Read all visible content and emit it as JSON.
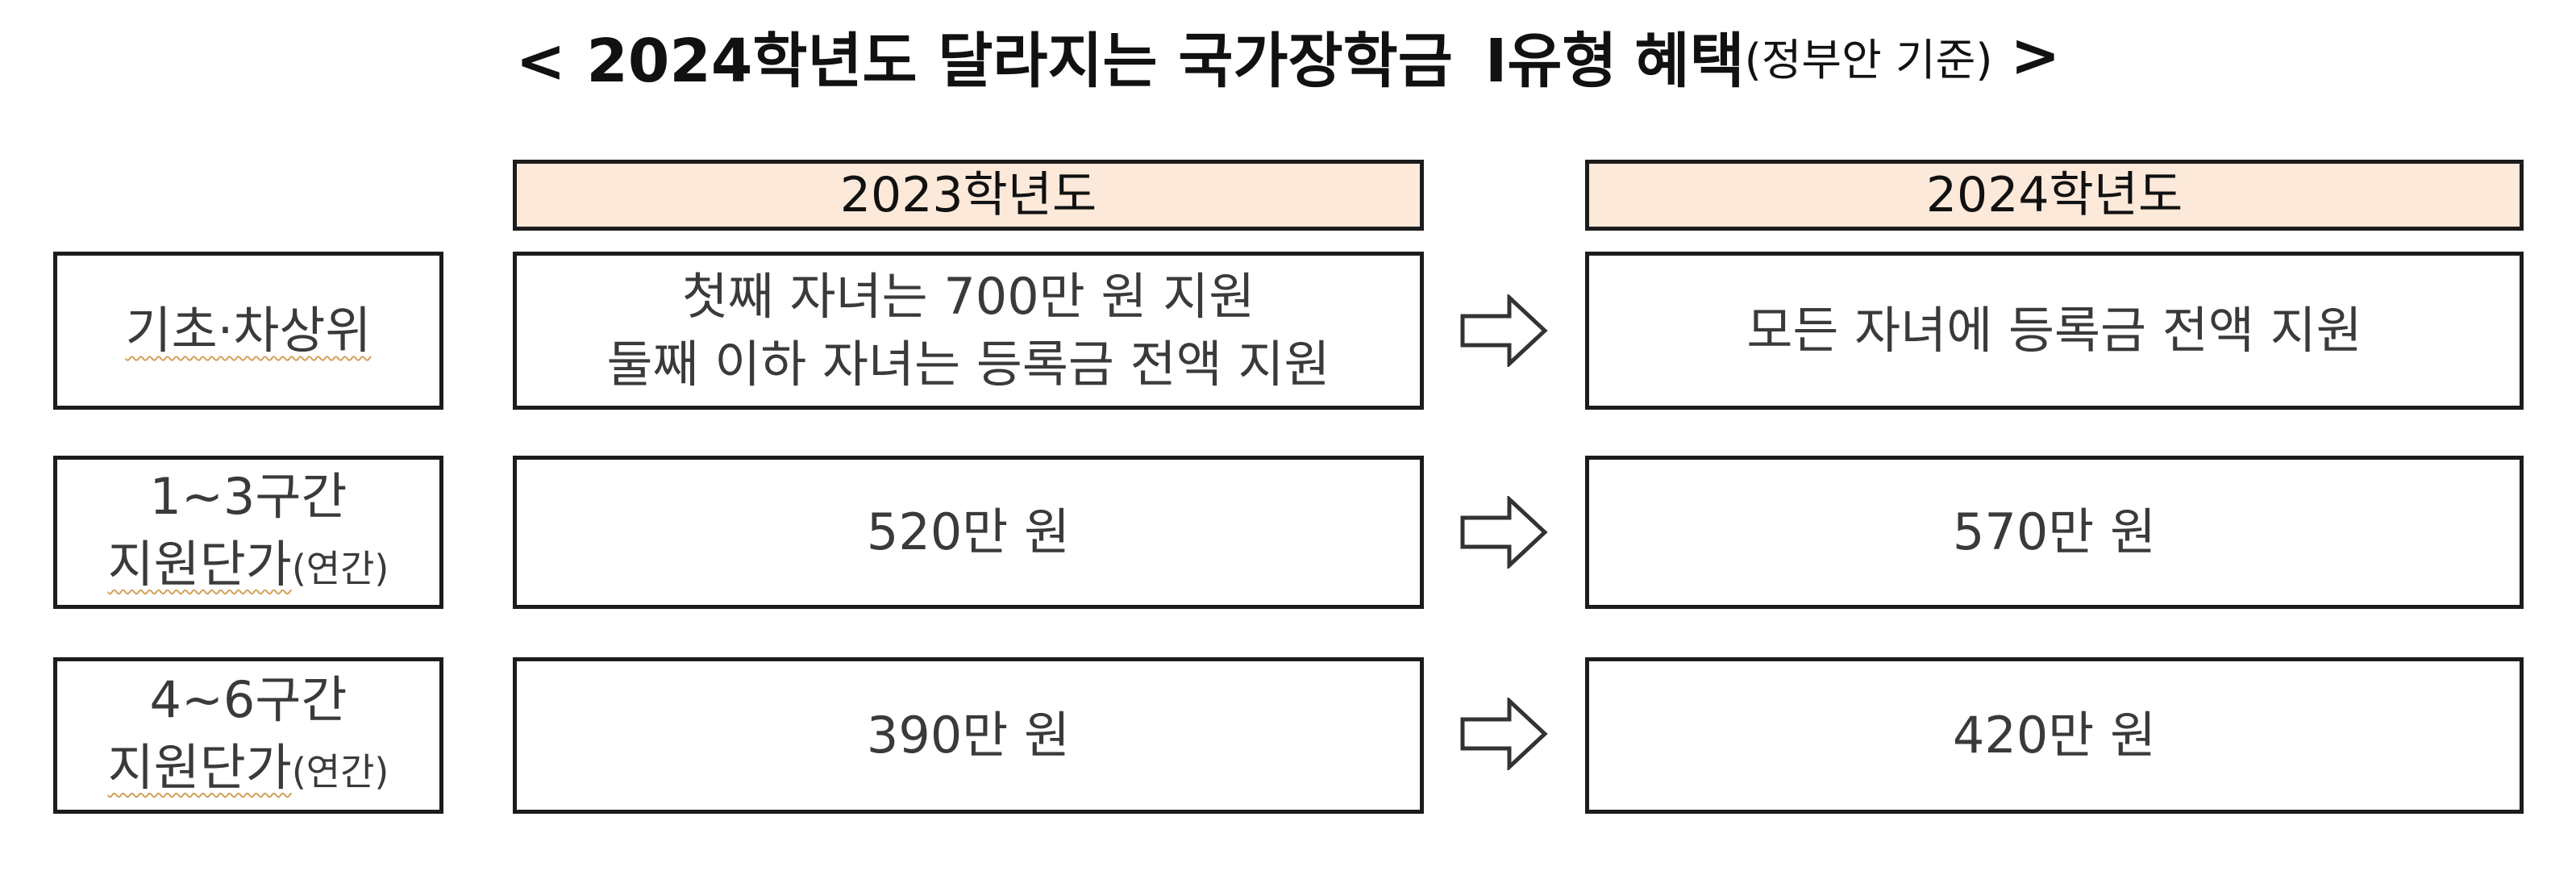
{
  "title": {
    "main": "< 2024학년도 달라지는 국가장학금",
    "type": "Ⅰ유형",
    "benefit": "혜택",
    "sub": "(정부안 기준)",
    "end": ">"
  },
  "columns": {
    "before": "2023학년도",
    "after": "2024학년도"
  },
  "rows": [
    {
      "label_line1": "기초·차상위",
      "before_line1": "첫째 자녀는 700만 원 지원",
      "before_line2": "둘째 이하 자녀는 등록금 전액 지원",
      "after": "모든 자녀에 등록금 전액 지원"
    },
    {
      "label_line1": "1~3구간",
      "label_line2": "지원단가",
      "label_small": "(연간)",
      "before": "520만 원",
      "after": "570만 원"
    },
    {
      "label_line1": "4~6구간",
      "label_line2": "지원단가",
      "label_small": "(연간)",
      "before": "390만 원",
      "after": "420만 원"
    }
  ],
  "icons": {
    "arrow": "right-arrow-outline-icon"
  }
}
